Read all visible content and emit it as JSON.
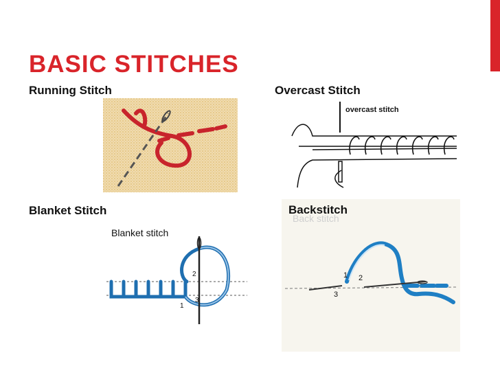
{
  "slide": {
    "title": "BASIC STITCHES",
    "accent_color": "#d9242a"
  },
  "stitches": [
    {
      "caption": "Running Stitch"
    },
    {
      "caption": "Overcast Stitch",
      "diagram_label": "overcast stitch"
    },
    {
      "caption": "Blanket Stitch",
      "diagram_label": "Blanket stitch",
      "step_numbers": [
        "1",
        "2",
        "3"
      ]
    },
    {
      "caption": "Backstitch",
      "diagram_label": "Back stitch",
      "step_numbers": [
        "1",
        "2",
        "3"
      ]
    }
  ]
}
